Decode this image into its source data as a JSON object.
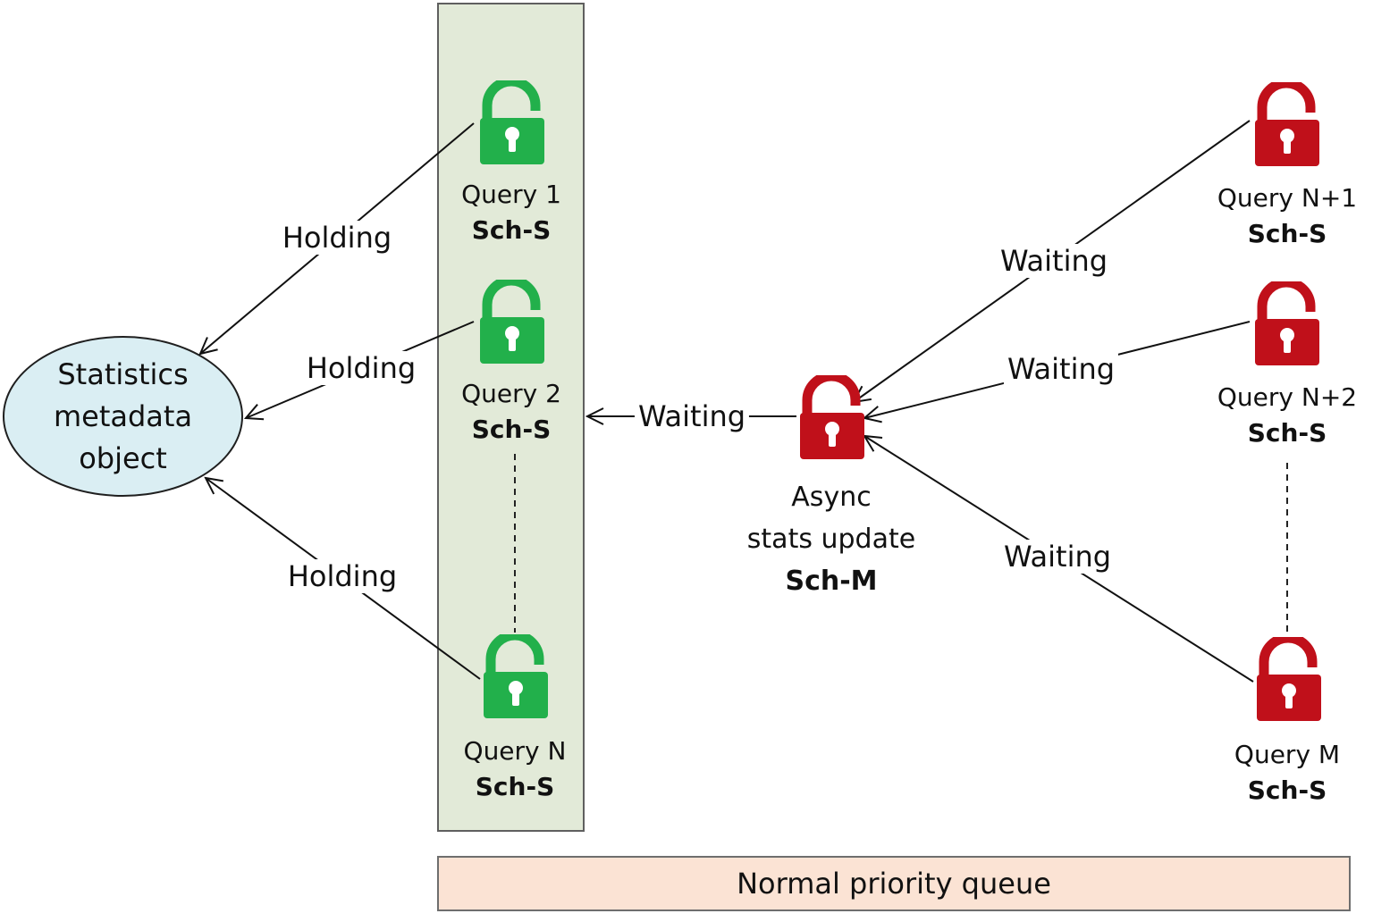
{
  "statistics_object": {
    "line1": "Statistics",
    "line2": "metadata",
    "line3": "object"
  },
  "holders": [
    {
      "name": "Query 1",
      "lock": "Sch-S"
    },
    {
      "name": "Query 2",
      "lock": "Sch-S"
    },
    {
      "name": "Query N",
      "lock": "Sch-S"
    }
  ],
  "async_update": {
    "line1": "Async",
    "line2": "stats update",
    "lock": "Sch-M"
  },
  "waiters": [
    {
      "name": "Query N+1",
      "lock": "Sch-S"
    },
    {
      "name": "Query N+2",
      "lock": "Sch-S"
    },
    {
      "name": "Query M",
      "lock": "Sch-S"
    }
  ],
  "edges": {
    "holding": "Holding",
    "waiting": "Waiting"
  },
  "queue_label": "Normal priority queue",
  "colors": {
    "granted_lock": "#22b04b",
    "waiting_lock": "#c0101a",
    "panel": "#e2ead8",
    "queue": "#fbe3d4",
    "ellipse": "#daeef3"
  },
  "icons": {
    "granted": "unlocked-padlock-icon",
    "waiting": "unlocked-padlock-icon"
  }
}
